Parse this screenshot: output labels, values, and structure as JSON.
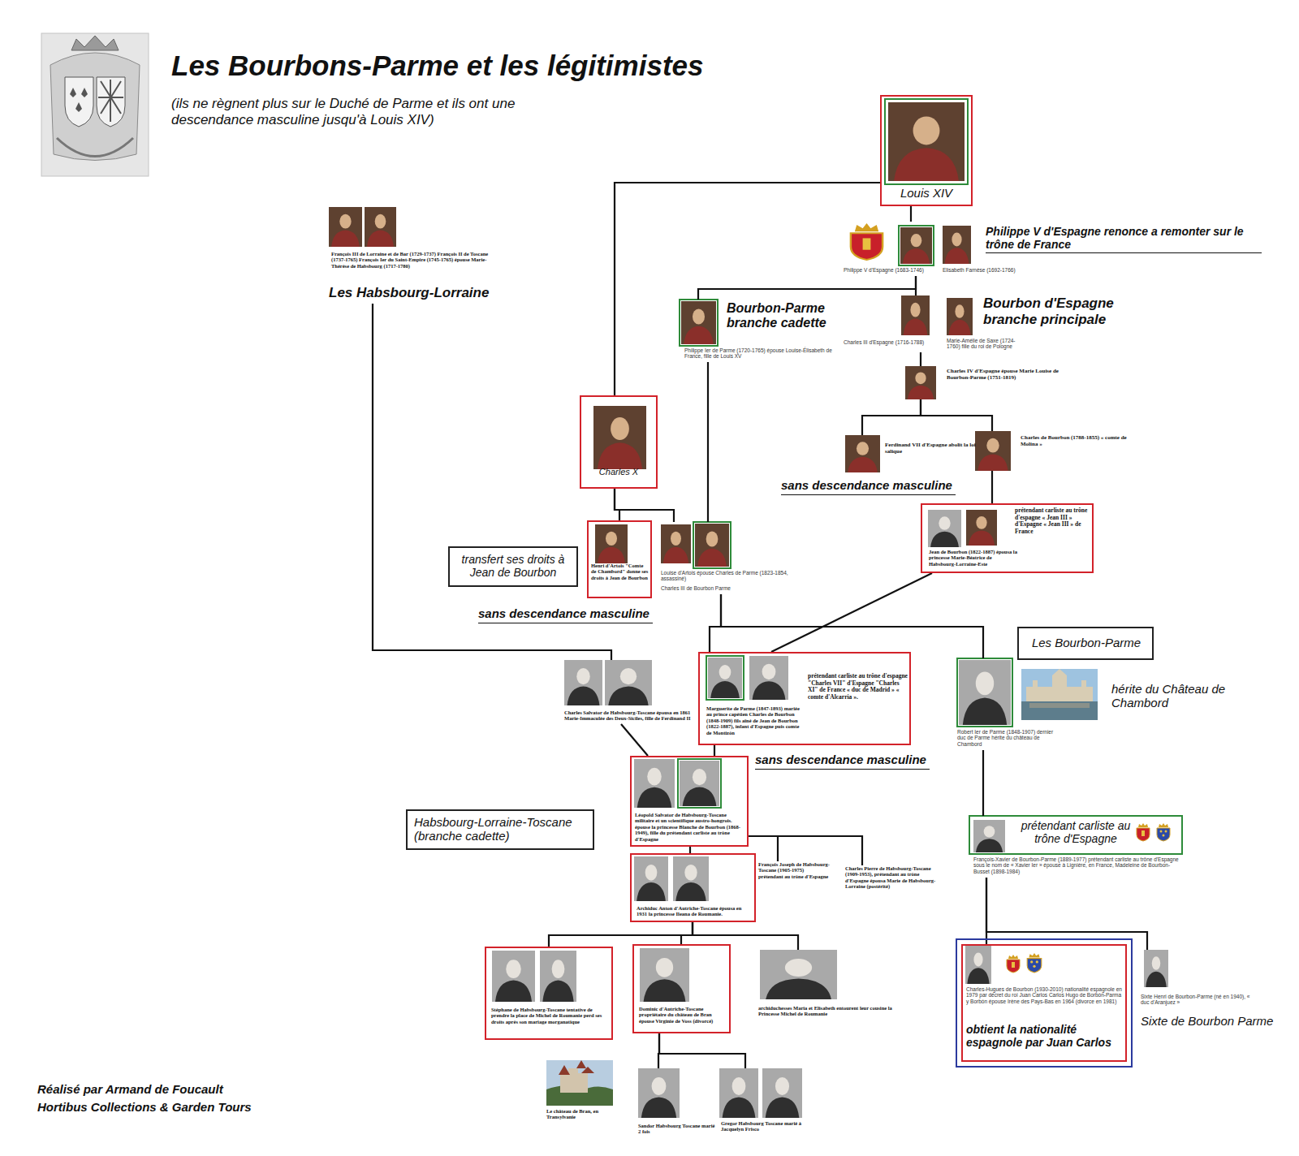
{
  "diagram": {
    "title": "Les Bourbons-Parme et les légitimistes",
    "nodes": [
      {
        "text": [
          "Louis XIV"
        ]
      },
      {
        "text": [
          "François III de Lorraine et de Bar (1729-1737) François II de Toscane (1737-1765) François Ier du Saint-Empire (1745-1765) épouse Marie-Thérèse de Habsbourg (1717-1780)",
          "Les Habsbourg-Lorraine"
        ]
      },
      {
        "text": [
          "Philippe V d'Espagne renonce a remonter sur le trône de France",
          "Philippe V d'Espagne (1683-1746)",
          "Elisabeth Farnèse (1692-1766)"
        ]
      },
      {
        "text": [
          "Bourbon-Parme branche cadette",
          "Philippe Ier de Parme (1720-1765) épouse Louise-Élisabeth de France, fille de Louis XV"
        ]
      },
      {
        "text": [
          "Bourbon d'Espagne branche principale",
          "Charles III d'Espagne (1716-1788)",
          "Marie-Amélie de Saxe (1724-1760) fille du roi de Pologne"
        ]
      },
      {
        "text": [
          "Charles IV d'Espagne épouse Marie Louise de Bourbon-Parme (1751-1819)"
        ]
      },
      {
        "text": [
          "Charles X"
        ]
      },
      {
        "text": [
          "Ferdinand VII d'Espagne abolit la loi salique"
        ]
      },
      {
        "text": [
          "Charles de Bourbon (1788-1855) « comte de Molina »"
        ]
      },
      {
        "text": [
          "transfert ses droits à Jean de Bourbon"
        ]
      },
      {
        "text": [
          "Henri d'Artois \"Comte de Chambord\" donne ses droits à Jean de Bourbon"
        ]
      },
      {
        "text": [
          "Louise d'Artois épouse Charles de Parme (1823-1854, assassiné)",
          "Charles III de Bourbon Parme"
        ]
      },
      {
        "text": [
          "prétendant carliste au trône d'espagne « Jean III » d'Espagne « Jean III » de France",
          "Jean de Bourbon (1822-1887) épousa la princesse Marie-Béatrice de Habsbourg-Lorraine-Este"
        ]
      },
      {
        "text": [
          "Les Bourbon-Parme"
        ]
      },
      {
        "text": [
          "Charles Salvator de Habsbourg-Toscane épousa en 1861 Marie-Immaculée des Deux-Siciles, fille de Ferdinand II"
        ]
      },
      {
        "text": [
          "Marguerite de Parme (1847-1893) mariée au prince capétien Charles de Bourbon (1848-1909) fils aîné de Jean de Bourbon (1822-1887), infant d'Espagne puis comte de Montizón",
          "prétendant carliste au trône d'espagne \"Charles VII\" d'Espagne \"Charles XI\" de France « duc de Madrid » « comte d'Alcarria »."
        ]
      },
      {
        "text": [
          "Robert Ier de Parme (1848-1907) dernier duc de Parme hérite du château de Chambord",
          "hérite du Château de Chambord"
        ]
      },
      {
        "text": [
          "Léopold Salvator de Habsbourg-Toscane militaire et un scientifique austro-hongrois. épouse la princesse Blanche de Bourbon (1868-1949), fille du prétendant carliste au trône d'Espagne"
        ]
      },
      {
        "text": [
          "Habsbourg-Lorraine-Toscane (branche cadette)"
        ]
      },
      {
        "text": [
          "prétendant carliste au trône d'Espagne",
          "François-Xavier de Bourbon-Parme (1889-1977) prétendant carliste au trône d'Espagne sous le nom de « Xavier Ier » épouse à Lignière, en France, Madeleine de Bourbon-Busset (1898-1984)"
        ]
      },
      {
        "text": [
          "Archiduc Anton d'Autriche-Toscane épousa en 1931 la princesse Ileana de Roumanie."
        ]
      },
      {
        "text": [
          "François Joseph de Habsbourg-Toscane (1905-1975) prétendant au trône d'Espagne"
        ]
      },
      {
        "text": [
          "Charles Pierre de Habsbourg-Toscane (1909-1953), prétendant au trône d'Espagne épousa Marie de Habsbourg-Lorraine (postérité)"
        ]
      },
      {
        "text": [
          "Stéphane de Habsbourg-Toscane tentative de prendre la place de Michel de Roumanie perd ses droits après son mariage morganatique"
        ]
      },
      {
        "text": [
          "Dominic d'Autriche-Toscane propriétaire du château de Bran épouse Virginie de Voss (divorcé)"
        ]
      },
      {
        "text": [
          "archiduchesses Maria et Elisabeth entourent leur cousine la Princesse Michel de Roumanie"
        ]
      },
      {
        "text": [
          "Charles-Hugues de Bourbon (1930-2010) nationalité espagnole en 1979 par décret du roi Juan Carlos Carlos Hugo de Borbón-Parma y Borbón épouse Irène des Pays-Bas en 1964 (divorce en 1981)",
          "obtient la nationalité espagnole par Juan Carlos"
        ]
      },
      {
        "text": [
          "Sixte Henri de Bourbon-Parme (né en 1940), « duc d'Aranjuez »",
          "Sixte de Bourbon Parme"
        ]
      },
      {
        "text": [
          "Le château de Bran, en Transylvanie"
        ]
      },
      {
        "text": [
          "Sandor Habsbourg Toscane marié 2 fois"
        ]
      },
      {
        "text": [
          "Gregor Habsbourg Toscane marié à Jacquelyn Frisco"
        ]
      }
    ],
    "edges": [
      {
        "from": 0,
        "to": 2,
        "arrow": "none"
      },
      {
        "from": 0,
        "to": 6,
        "arrow": "none"
      },
      {
        "from": 2,
        "to": 3,
        "arrow": "none"
      },
      {
        "from": 2,
        "to": 4,
        "arrow": "none"
      },
      {
        "from": 4,
        "to": 5,
        "arrow": "none"
      },
      {
        "from": 5,
        "to": 7,
        "arrow": "none"
      },
      {
        "from": 5,
        "to": 8,
        "arrow": "none"
      },
      {
        "from": 8,
        "to": 12,
        "arrow": "none"
      },
      {
        "from": 6,
        "to": 10,
        "arrow": "none"
      },
      {
        "from": 6,
        "to": 11,
        "arrow": "none"
      },
      {
        "from": 3,
        "to": 11,
        "arrow": "none"
      },
      {
        "from": 11,
        "to": 15,
        "arrow": "none"
      },
      {
        "from": 11,
        "to": 16,
        "arrow": "none"
      },
      {
        "from": 12,
        "to": 15,
        "arrow": "none"
      },
      {
        "from": 1,
        "to": 14,
        "arrow": "none"
      },
      {
        "from": 14,
        "to": 17,
        "arrow": "none"
      },
      {
        "from": 15,
        "to": 17,
        "arrow": "none"
      },
      {
        "from": 17,
        "to": 20,
        "arrow": "none"
      },
      {
        "from": 17,
        "to": 21,
        "arrow": "none"
      },
      {
        "from": 17,
        "to": 22,
        "arrow": "none"
      },
      {
        "from": 20,
        "to": 23,
        "arrow": "none"
      },
      {
        "from": 20,
        "to": 24,
        "arrow": "none"
      },
      {
        "from": 20,
        "to": 25,
        "arrow": "none"
      },
      {
        "from": 24,
        "to": 29,
        "arrow": "none"
      },
      {
        "from": 24,
        "to": 30,
        "arrow": "none"
      },
      {
        "from": 16,
        "to": 19,
        "arrow": "none"
      },
      {
        "from": 19,
        "to": 26,
        "arrow": "none"
      },
      {
        "from": 19,
        "to": 27,
        "arrow": "none"
      }
    ],
    "labels": [
      "(ils ne règnent plus sur le Duché de Parme et ils ont une descendance masculine jusqu'à Louis XIV)",
      "sans descendance masculine",
      "sans descendance masculine",
      "sans descendance masculine",
      "Réalisé par Armand de Foucault",
      "Hortibus Collections & Garden Tours"
    ]
  }
}
